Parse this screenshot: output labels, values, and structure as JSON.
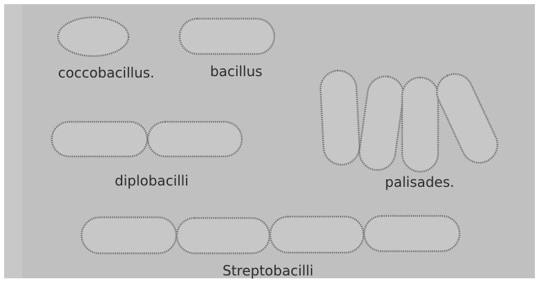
{
  "labels": {
    "coccobacillus": "coccobacillus.",
    "bacillus": "bacillus",
    "diplobacilli": "diplobacilli",
    "palisades": "palisades.",
    "streptobacilli": "Streptobacilli"
  },
  "colors": {
    "background": "#c0c0c0",
    "cell_fill": "#c7c7c7",
    "cell_outline": "#6e6e6e",
    "text": "#2b2b2b"
  }
}
